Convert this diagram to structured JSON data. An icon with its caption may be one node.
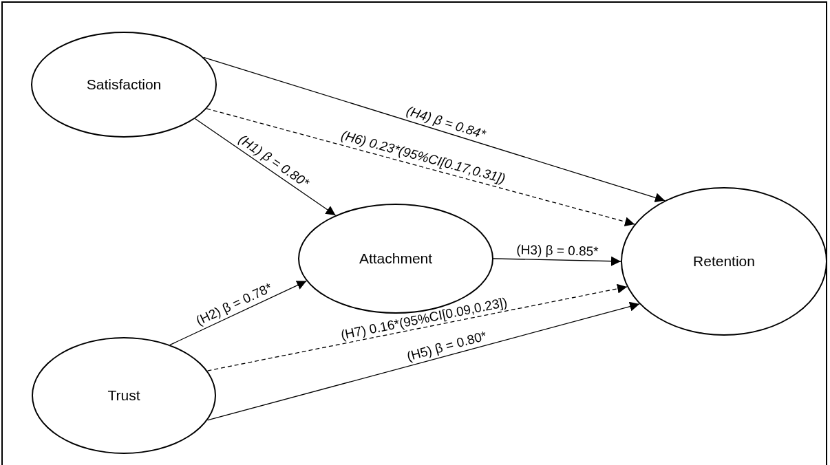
{
  "diagram": {
    "nodes": [
      {
        "text": [
          "Satisfaction"
        ]
      },
      {
        "text": [
          "Attachment"
        ]
      },
      {
        "text": [
          "Retention"
        ]
      },
      {
        "text": [
          "Trust"
        ]
      }
    ],
    "edges": [
      {
        "from": 0,
        "to": 1,
        "arrow": "to",
        "label": "(H1) β = 0.80*"
      },
      {
        "from": 3,
        "to": 1,
        "arrow": "to",
        "label": "(H2) β = 0.78*"
      },
      {
        "from": 1,
        "to": 2,
        "arrow": "to",
        "label": "(H3) β = 0.85*"
      },
      {
        "from": 0,
        "to": 2,
        "arrow": "to",
        "label": "(H4) β = 0.84*"
      },
      {
        "from": 3,
        "to": 2,
        "arrow": "to",
        "label": "(H5) β = 0.80*"
      },
      {
        "from": 0,
        "to": 2,
        "arrow": "to",
        "label": "(H6) 0.23*(95%CI[0.17,0.31])",
        "style": "dashed"
      },
      {
        "from": 3,
        "to": 2,
        "arrow": "to",
        "label": "(H7) 0.16*(95%CI[0.09,0.23])",
        "style": "dashed"
      }
    ]
  }
}
